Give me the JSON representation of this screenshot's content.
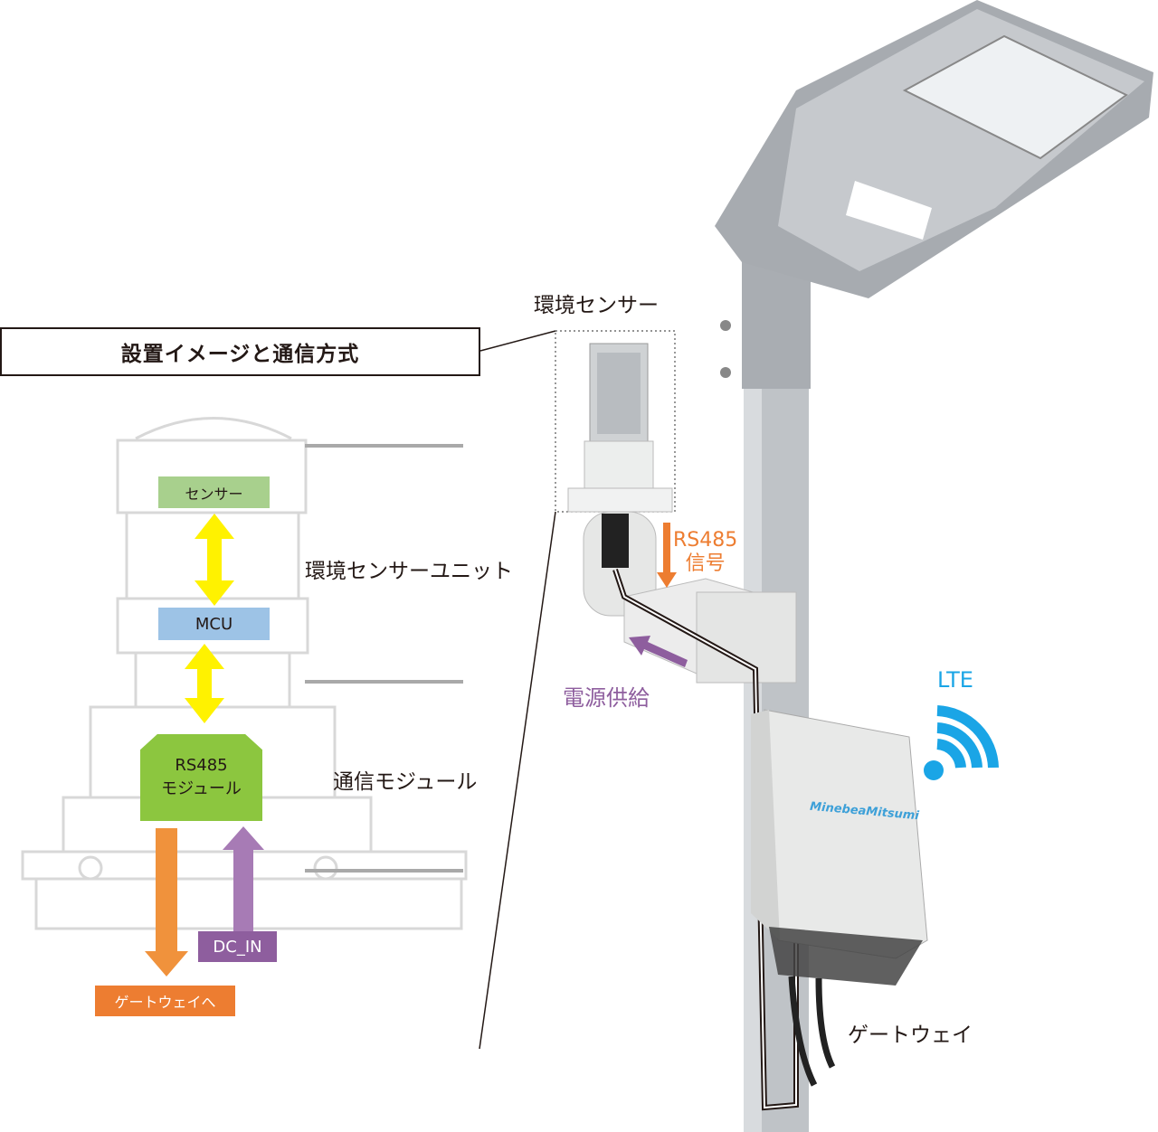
{
  "title": "設置イメージと通信方式",
  "unit_diagram": {
    "sensor": "センサー",
    "mcu": "MCU",
    "module_line1": "RS485",
    "module_line2": "モジュール",
    "dc_in": "DC_IN",
    "to_gateway": "ゲートウェイへ"
  },
  "labels": {
    "env_sensor_unit": "環境センサーユニット",
    "comm_module": "通信モジュール",
    "env_sensor": "環境センサー",
    "rs485": "RS485",
    "signal": "信号",
    "power_supply": "電源供給",
    "lte": "LTE",
    "gateway": "ゲートウェイ"
  },
  "device_brand": "MinebeaMitsumi",
  "colors": {
    "sensor_box": "#a8d08d",
    "mcu_box": "#9dc3e6",
    "module_box": "#8cc63f",
    "arrow_yellow": "#fff200",
    "signal_orange": "#ed7d31",
    "power_purple": "#8e5e9e",
    "lte_blue": "#1aa5e6"
  }
}
